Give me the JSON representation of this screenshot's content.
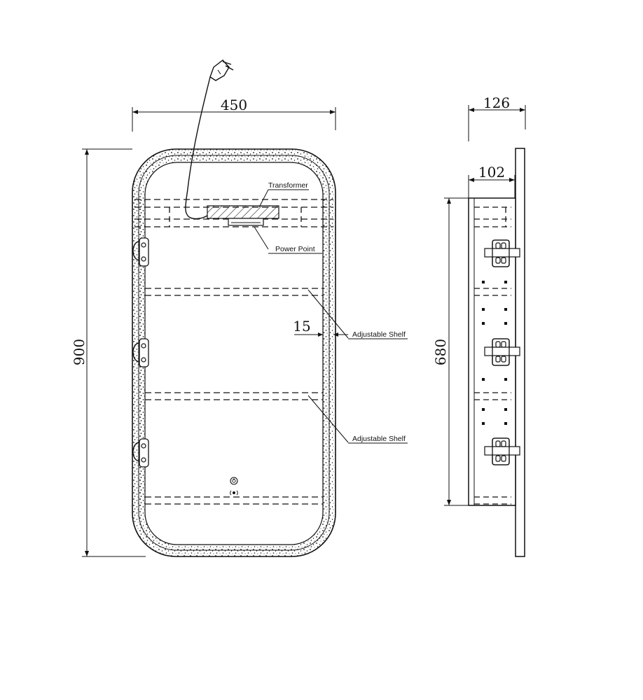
{
  "front_view": {
    "width_dimension": "450",
    "height_dimension": "900",
    "gap_dimension": "15",
    "labels": {
      "transformer": "Transformer",
      "power_point": "Power Point",
      "adjustable_shelf_upper": "Adjustable Shelf",
      "adjustable_shelf_lower": "Adjustable Shelf"
    }
  },
  "side_view": {
    "overall_depth_dimension": "126",
    "body_depth_dimension": "102",
    "body_height_dimension": "680"
  },
  "icons": {
    "plug": "plug-icon",
    "power_button": "power-button-icon",
    "sensor": "sensor-icon"
  }
}
